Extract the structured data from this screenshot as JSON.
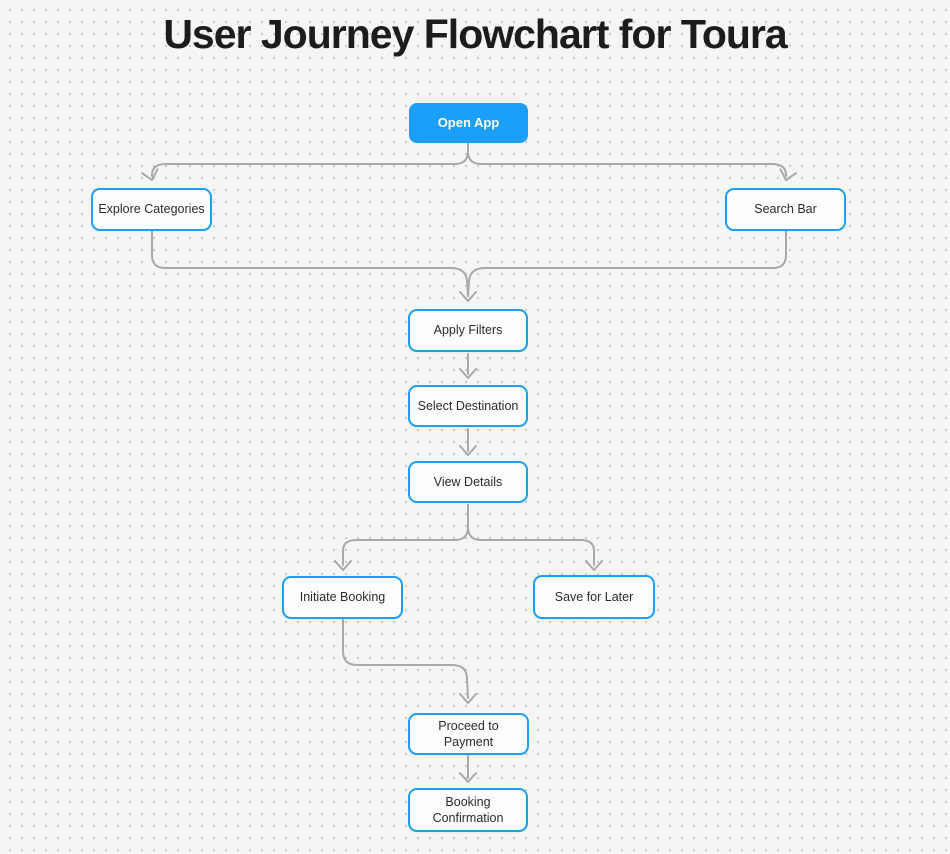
{
  "title": "User Journey Flowchart for Toura",
  "colors": {
    "accent_blue": "#1b9ff8",
    "arrow_gray": "#a9a9a7",
    "background": "#f5f5f3",
    "node_fill": "#fdfdfd",
    "title_text": "#1c1c1e"
  },
  "nodes": [
    {
      "id": "open-app",
      "label": "Open App",
      "type": "primary"
    },
    {
      "id": "explore-categories",
      "label": "Explore Categories",
      "type": "default"
    },
    {
      "id": "search-bar",
      "label": "Search Bar",
      "type": "default"
    },
    {
      "id": "apply-filters",
      "label": "Apply Filters",
      "type": "default"
    },
    {
      "id": "select-destination",
      "label": "Select Destination",
      "type": "default"
    },
    {
      "id": "view-details",
      "label": "View Details",
      "type": "default"
    },
    {
      "id": "initiate-booking",
      "label": "Initiate Booking",
      "type": "default"
    },
    {
      "id": "save-for-later",
      "label": "Save for Later",
      "type": "default"
    },
    {
      "id": "proceed-to-payment",
      "label": "Proceed to Payment",
      "type": "default"
    },
    {
      "id": "booking-confirmation",
      "label": "Booking Confirmation",
      "type": "default"
    }
  ],
  "edges": [
    {
      "from": "open-app",
      "to": "explore-categories"
    },
    {
      "from": "open-app",
      "to": "search-bar"
    },
    {
      "from": "explore-categories",
      "to": "apply-filters"
    },
    {
      "from": "search-bar",
      "to": "apply-filters"
    },
    {
      "from": "apply-filters",
      "to": "select-destination"
    },
    {
      "from": "select-destination",
      "to": "view-details"
    },
    {
      "from": "view-details",
      "to": "initiate-booking"
    },
    {
      "from": "view-details",
      "to": "save-for-later"
    },
    {
      "from": "initiate-booking",
      "to": "proceed-to-payment"
    },
    {
      "from": "proceed-to-payment",
      "to": "booking-confirmation"
    }
  ]
}
